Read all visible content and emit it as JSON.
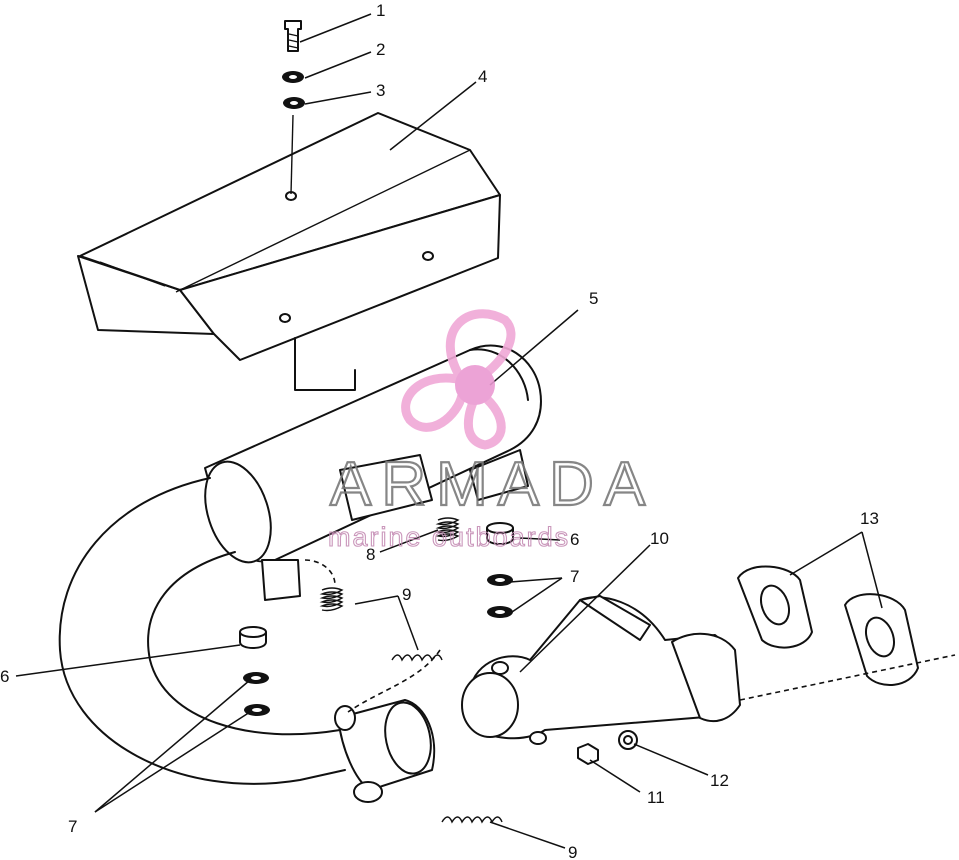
{
  "diagram": {
    "callouts": [
      {
        "id": "c1",
        "text": "1"
      },
      {
        "id": "c2",
        "text": "2"
      },
      {
        "id": "c3",
        "text": "3"
      },
      {
        "id": "c4",
        "text": "4"
      },
      {
        "id": "c5",
        "text": "5"
      },
      {
        "id": "c6a",
        "text": "6"
      },
      {
        "id": "c6b",
        "text": "6"
      },
      {
        "id": "c7a",
        "text": "7"
      },
      {
        "id": "c7b",
        "text": "7"
      },
      {
        "id": "c8",
        "text": "8"
      },
      {
        "id": "c9a",
        "text": "9"
      },
      {
        "id": "c9b",
        "text": "9"
      },
      {
        "id": "c10",
        "text": "10"
      },
      {
        "id": "c11",
        "text": "11"
      },
      {
        "id": "c12",
        "text": "12"
      },
      {
        "id": "c13",
        "text": "13"
      }
    ]
  },
  "watermark": {
    "title": "ARMADA",
    "subtitle": "marine outboards",
    "colors": {
      "title": "#7a7a7a",
      "subtitle": "#c58cb4",
      "propeller": "#f0a8d6",
      "hub": "#ea9ad2"
    }
  }
}
